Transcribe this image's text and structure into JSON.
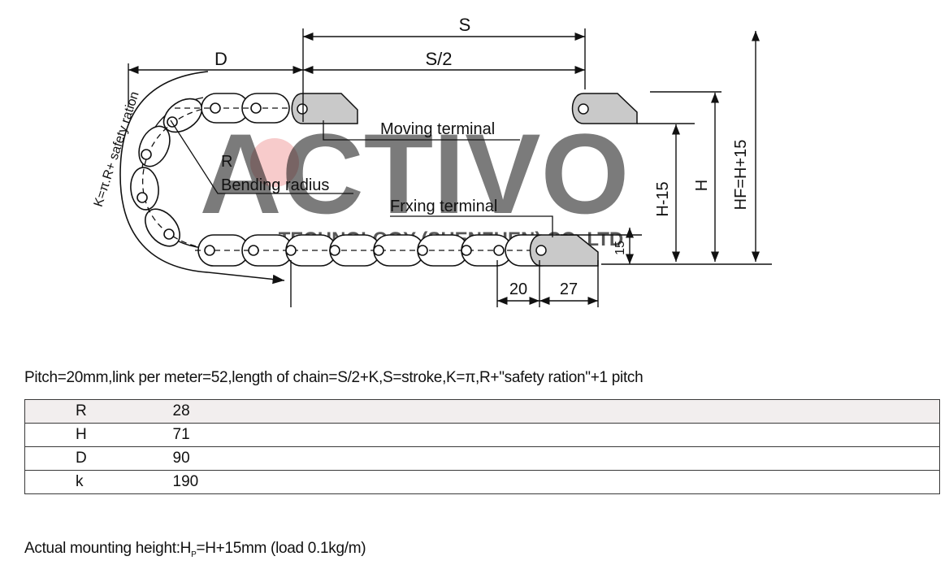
{
  "diagram": {
    "watermark_main": "ACTIVO",
    "watermark_sub": "TECHNOLOGY (SHENZHEN) CO.,LTD",
    "labels": {
      "S": "S",
      "S_half": "S/2",
      "D": "D",
      "K": "K=π.R+ safety ration",
      "R": "R",
      "bending_radius": "Bending radius",
      "moving_terminal": "Moving terminal",
      "fixing_terminal": "Frxing terminal",
      "H_minus_15": "H-15",
      "H": "H",
      "HF": "HF=H+15",
      "dim_15": "15",
      "dim_20": "20",
      "dim_27": "27"
    }
  },
  "spec": {
    "note": "Pitch=20mm,link per meter=52,length of chain=S/2+K,S=stroke,K=π,R+\"safety ration\"+1 pitch",
    "rows": [
      {
        "key": "R",
        "value": "28"
      },
      {
        "key": "H",
        "value": "71"
      },
      {
        "key": "D",
        "value": "90"
      },
      {
        "key": "k",
        "value": "190"
      }
    ]
  },
  "footer": {
    "text_before": "Actual mounting height:H",
    "subscript": "P",
    "text_after": "=H+15mm (load 0.1kg/m)"
  },
  "colors": {
    "terminal_fill": "#c9c9c9",
    "watermark": "#d8d8d8",
    "watermark_dot": "#e85a5a",
    "line": "#111111"
  }
}
